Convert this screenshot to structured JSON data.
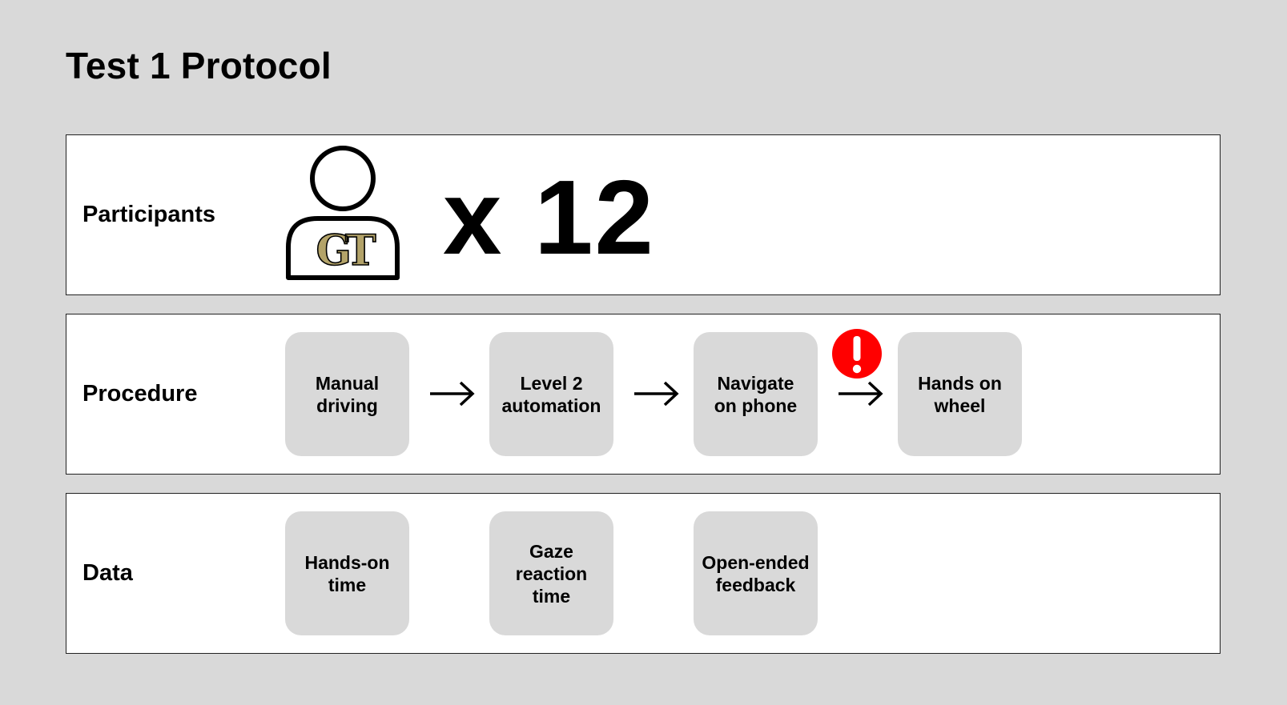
{
  "title": "Test 1 Protocol",
  "participants": {
    "label": "Participants",
    "count": "x 12",
    "logo_text": "GT",
    "colors": {
      "logo_gold": "#b3a369"
    }
  },
  "procedure": {
    "label": "Procedure",
    "steps": [
      {
        "text": "Manual\ndriving"
      },
      {
        "text": "Level 2\nautomation"
      },
      {
        "text": "Navigate\non phone"
      },
      {
        "text": "Hands on\nwheel"
      }
    ],
    "alert": {
      "icon": "exclamation-alert-icon",
      "color": "#ff0000"
    }
  },
  "data": {
    "label": "Data",
    "items": [
      {
        "text": "Hands-on\ntime"
      },
      {
        "text": "Gaze reaction\ntime"
      },
      {
        "text": "Open-ended\nfeedback"
      }
    ]
  }
}
